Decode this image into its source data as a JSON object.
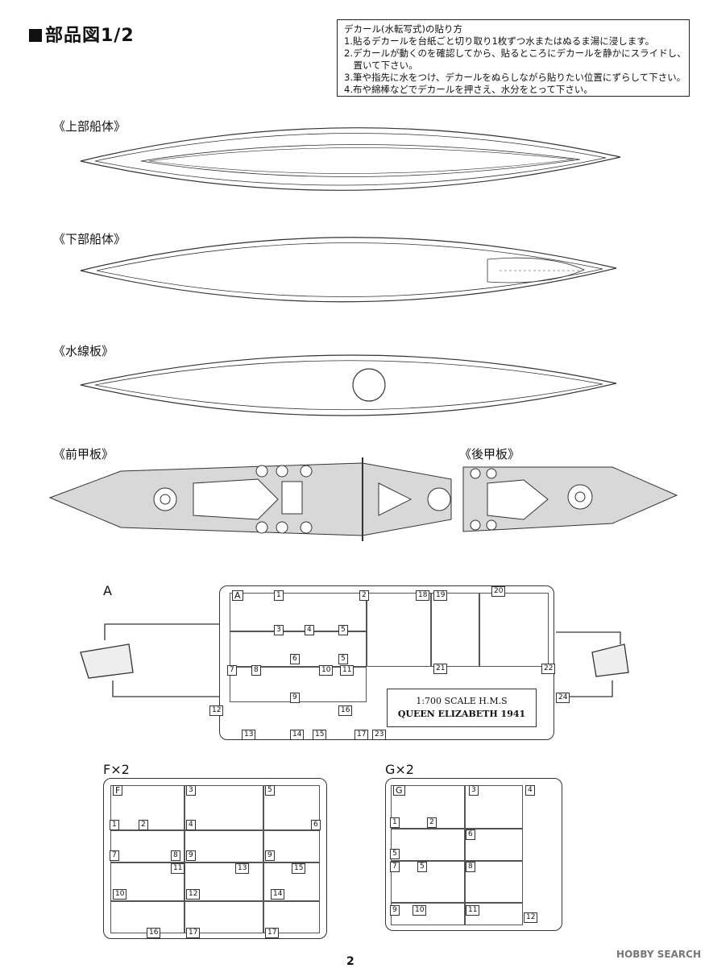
{
  "header": {
    "title": "部品図1/2"
  },
  "decal_instructions": {
    "heading": "デカール(水転写式)の貼り方",
    "steps": [
      "1.貼るデカールを台紙ごと切り取り1枚ずつ水またはぬるま湯に浸します。",
      "2.デカールが動くのを確認してから、貼るところにデカールを静かにスライドし、",
      "　置いて下さい。",
      "3.筆や指先に水をつけ、デカールをぬらしながら貼りたい位置にずらして下さい。",
      "4.布や綿棒などでデカールを押さえ、水分をとって下さい。"
    ]
  },
  "parts": {
    "upper_hull": "《上部船体》",
    "lower_hull": "《下部船体》",
    "waterline_plate": "《水線板》",
    "fore_deck": "《前甲板》",
    "aft_deck": "《後甲板》"
  },
  "sprues": {
    "a": {
      "letter": "A",
      "badge": "A",
      "numbers": [
        "1",
        "2",
        "3",
        "4",
        "5",
        "6",
        "5",
        "7",
        "8",
        "9",
        "10",
        "11",
        "12",
        "13",
        "14",
        "15",
        "16",
        "17",
        "18",
        "19",
        "20",
        "21",
        "22",
        "23",
        "24"
      ]
    },
    "f": {
      "letter": "F×2",
      "badge": "F",
      "numbers": [
        "1",
        "2",
        "3",
        "4",
        "5",
        "6",
        "7",
        "8",
        "9",
        "9",
        "10",
        "11",
        "12",
        "13",
        "14",
        "15",
        "16",
        "17",
        "17"
      ]
    },
    "g": {
      "letter": "G×2",
      "badge": "G",
      "numbers": [
        "1",
        "2",
        "3",
        "4",
        "5",
        "5",
        "6",
        "7",
        "8",
        "9",
        "10",
        "11",
        "12"
      ]
    }
  },
  "scale_plate": {
    "line1": "1:700  SCALE  H.M.S",
    "line2": "QUEEN  ELIZABETH 1941"
  },
  "page_number": "2",
  "watermark": "HOBBY SEARCH"
}
